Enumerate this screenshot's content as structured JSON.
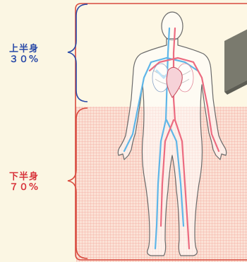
{
  "upper_body": {
    "name": "上半身",
    "percent": "３０%",
    "color": "#2a4aa8"
  },
  "lower_body": {
    "name": "下半身",
    "percent": "７０%",
    "color": "#d8323a"
  },
  "colors": {
    "background": "#fbf6e3",
    "panel": "#fdf7e4",
    "frame": "#d84a3e",
    "grid": "#f2a59a",
    "artery": "#ec6b80",
    "vein": "#5fb6e8",
    "figure_outline": "#6a6a6a",
    "callout": "#7a7a6e"
  }
}
